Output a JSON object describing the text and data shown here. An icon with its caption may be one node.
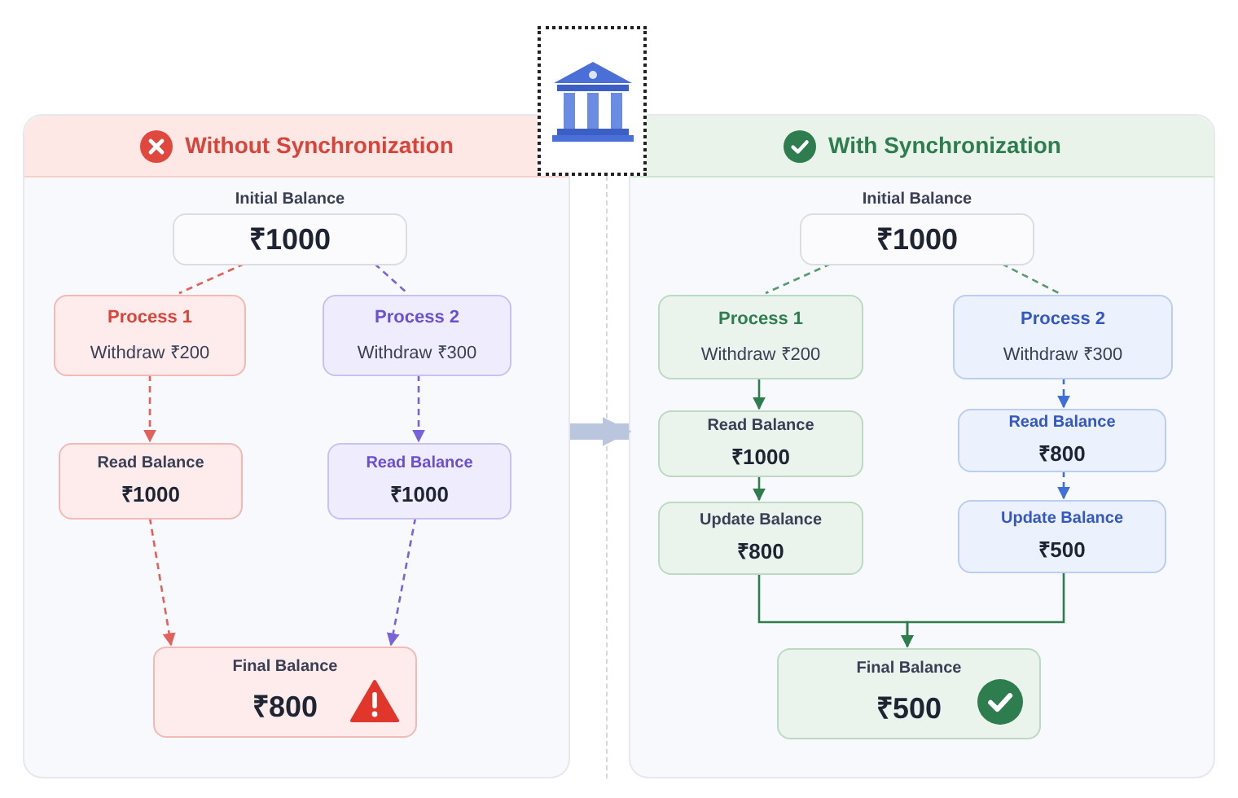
{
  "diagram": {
    "nodes": [
      {
        "text": [
          "Without Synchronization"
        ]
      },
      {
        "text": [
          "Initial Balance",
          "₹1000"
        ],
        "in": 0
      },
      {
        "text": [
          "Process 1",
          "Withdraw ₹200"
        ],
        "in": 0
      },
      {
        "text": [
          "Process 2",
          "Withdraw ₹300"
        ],
        "in": 0
      },
      {
        "text": [
          "Read Balance",
          "₹1000"
        ],
        "in": 0
      },
      {
        "text": [
          "Read Balance",
          "₹1000"
        ],
        "in": 0
      },
      {
        "text": [
          "Final Balance",
          "₹800"
        ],
        "in": 0
      },
      {
        "text": [
          "With Synchronization"
        ]
      },
      {
        "text": [
          "Initial Balance",
          "₹1000"
        ],
        "in": 7
      },
      {
        "text": [
          "Process 1",
          "Withdraw ₹200"
        ],
        "in": 7
      },
      {
        "text": [
          "Process 2",
          "Withdraw ₹300"
        ],
        "in": 7
      },
      {
        "text": [
          "Read Balance",
          "₹1000"
        ],
        "in": 7
      },
      {
        "text": [
          "Read Balance",
          "₹800"
        ],
        "in": 7
      },
      {
        "text": [
          "Update Balance",
          "₹800"
        ],
        "in": 7
      },
      {
        "text": [
          "Update Balance",
          "₹500"
        ],
        "in": 7
      },
      {
        "text": [
          "Final Balance",
          "₹500"
        ],
        "in": 7
      }
    ],
    "edges": [
      {
        "from": 1,
        "to": 2,
        "arrow": "none",
        "style": "dashed",
        "color": "#e0625a"
      },
      {
        "from": 1,
        "to": 3,
        "arrow": "none",
        "style": "dashed",
        "color": "#7a62d8"
      },
      {
        "from": 2,
        "to": 4,
        "arrow": "to",
        "style": "dashed",
        "color": "#e0625a"
      },
      {
        "from": 3,
        "to": 5,
        "arrow": "to",
        "style": "dashed",
        "color": "#7a62d8"
      },
      {
        "from": 4,
        "to": 6,
        "arrow": "to",
        "style": "dashed",
        "color": "#e0625a"
      },
      {
        "from": 5,
        "to": 6,
        "arrow": "to",
        "style": "dashed",
        "color": "#7a62d8"
      },
      {
        "from": 8,
        "to": 9,
        "arrow": "none",
        "style": "dashed",
        "color": "#5a9a70"
      },
      {
        "from": 8,
        "to": 10,
        "arrow": "none",
        "style": "dashed",
        "color": "#5a9a70"
      },
      {
        "from": 9,
        "to": 11,
        "arrow": "to"
      },
      {
        "from": 10,
        "to": 12,
        "arrow": "to",
        "style": "dashed",
        "color": "#3f6fd8"
      },
      {
        "from": 11,
        "to": 13,
        "arrow": "to"
      },
      {
        "from": 12,
        "to": 14,
        "arrow": "to",
        "style": "dashed",
        "color": "#3f6fd8"
      },
      {
        "from": 13,
        "to": 15,
        "arrow": "to"
      },
      {
        "from": 14,
        "to": 15,
        "arrow": "to"
      },
      {
        "from": 0,
        "to": 7,
        "arrow": "to",
        "style": "thick",
        "color": "#b9c6dd"
      }
    ]
  }
}
